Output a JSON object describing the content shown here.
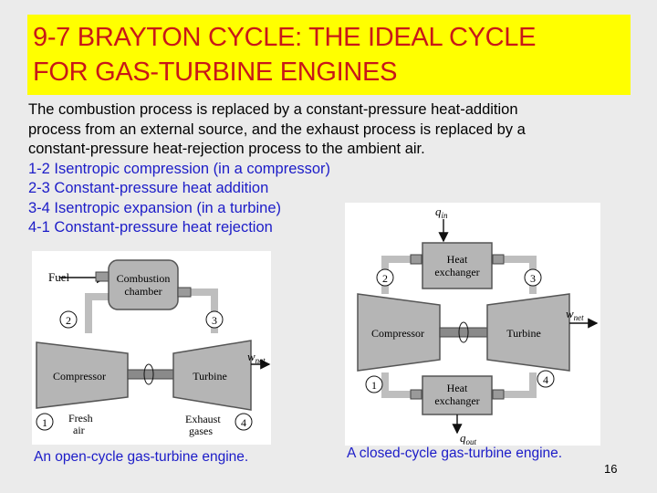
{
  "slide": {
    "title_lines": [
      "9-7 BRAYTON CYCLE: THE IDEAL CYCLE",
      "FOR GAS-TURBINE ENGINES"
    ],
    "paragraph_lines": [
      "The combustion process is replaced by a constant-pressure heat-addition",
      "process from an external source, and the exhaust process is replaced by a",
      "constant-pressure heat-rejection process to the ambient air."
    ],
    "steps": [
      "1-2 Isentropic compression (in a compressor)",
      "2-3 Constant-pressure heat addition",
      "3-4 Isentropic expansion (in a turbine)",
      "4-1 Constant-pressure heat rejection"
    ],
    "page_number": "16"
  },
  "colors": {
    "title_bg": "#ffff00",
    "title_text": "#c81818",
    "step_text": "#1c1cc8",
    "component_fill": "#b5b5b5"
  },
  "open_cycle": {
    "caption": "An open-cycle gas-turbine engine.",
    "fuel": "Fuel",
    "combustion_chamber": [
      "Combustion",
      "chamber"
    ],
    "compressor": "Compressor",
    "turbine": "Turbine",
    "w": "w",
    "w_sub": "net",
    "fresh_air": [
      "Fresh",
      "air"
    ],
    "exhaust_gases": [
      "Exhaust",
      "gases"
    ],
    "states": [
      "1",
      "2",
      "3",
      "4"
    ]
  },
  "closed_cycle": {
    "caption": "A closed-cycle gas-turbine engine.",
    "q": "q",
    "q_in_sub": "in",
    "q_out_sub": "out",
    "heat_exchanger": [
      "Heat",
      "exchanger"
    ],
    "compressor": "Compressor",
    "turbine": "Turbine",
    "w": "w",
    "w_sub": "net",
    "states": [
      "1",
      "2",
      "3",
      "4"
    ]
  }
}
